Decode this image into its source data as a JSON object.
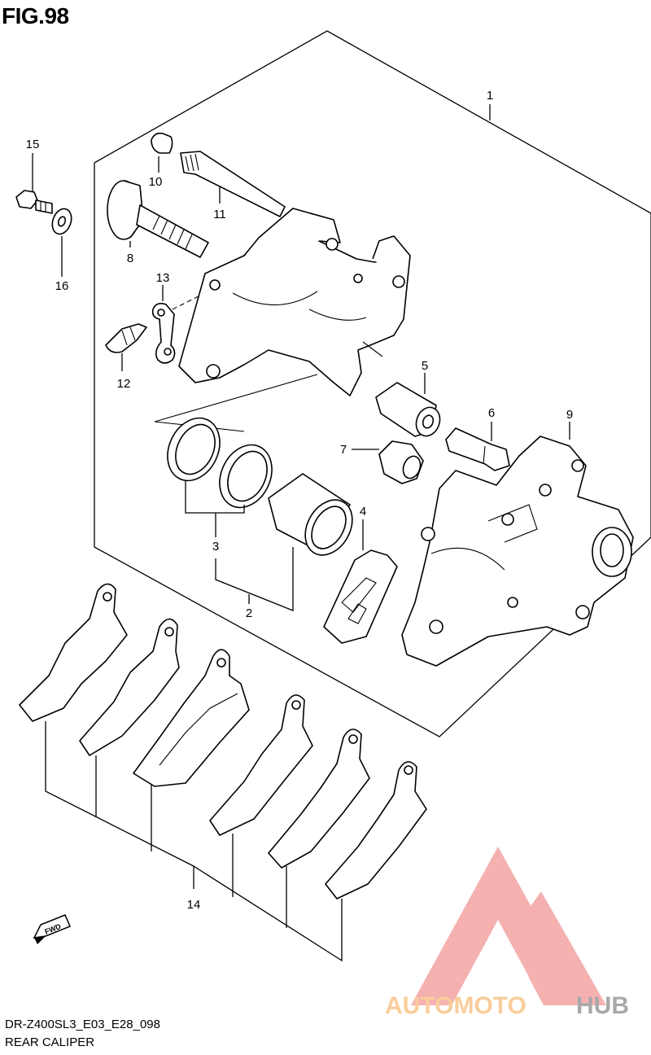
{
  "figure_title": "FIG.98",
  "footer": {
    "model_code": "DR-Z400SL3_E03_E28_098",
    "section_name": "REAR CALIPER"
  },
  "callouts": [
    "1",
    "2",
    "3",
    "4",
    "5",
    "6",
    "7",
    "8",
    "9",
    "10",
    "11",
    "12",
    "13",
    "14",
    "15",
    "16"
  ],
  "fwd_label": "FWD",
  "watermark": {
    "part1": "AUTOMOTO",
    "part2": "HUB",
    "color_primary": "#f4a3a3",
    "color_secondary": "#9a9a9a",
    "color_accent": "#f8c58a"
  }
}
